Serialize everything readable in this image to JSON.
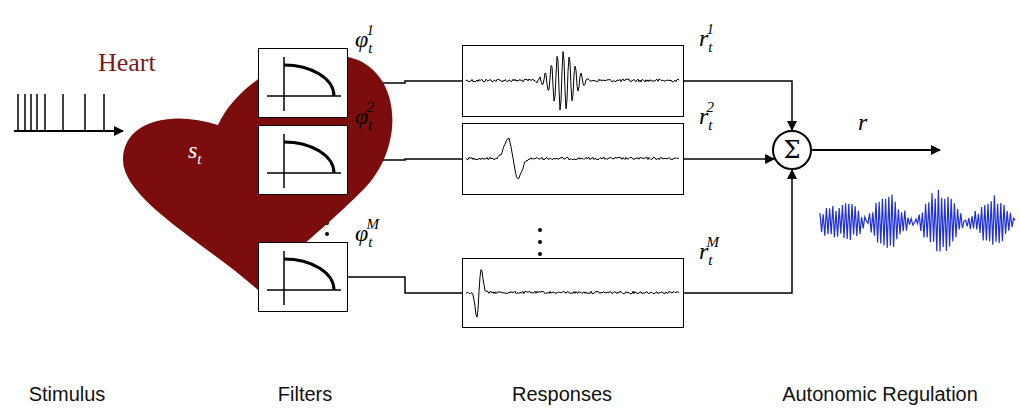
{
  "diagram": {
    "nodes": [
      {
        "text": [
          "Heart",
          "st"
        ]
      },
      {
        "text": [
          "φt1"
        ]
      },
      {
        "text": [
          "φt2"
        ]
      },
      {
        "text": [
          "φtM"
        ]
      },
      {
        "text": [
          "rt1"
        ]
      },
      {
        "text": [
          "rt2"
        ]
      },
      {
        "text": [
          "rtM"
        ]
      },
      {
        "text": [
          "Σ"
        ]
      }
    ],
    "edges": [
      {
        "from": 1,
        "to": 4,
        "arrow": "none"
      },
      {
        "from": 2,
        "to": 5,
        "arrow": "none"
      },
      {
        "from": 3,
        "to": 6,
        "arrow": "none"
      },
      {
        "from": 4,
        "to": 7,
        "arrow": "to"
      },
      {
        "from": 5,
        "to": 7,
        "arrow": "to"
      },
      {
        "from": 6,
        "to": 7,
        "arrow": "to"
      }
    ],
    "labels": [
      "r",
      "Stimulus",
      "Filters",
      "Responses",
      "Autonomic Regulation"
    ]
  }
}
